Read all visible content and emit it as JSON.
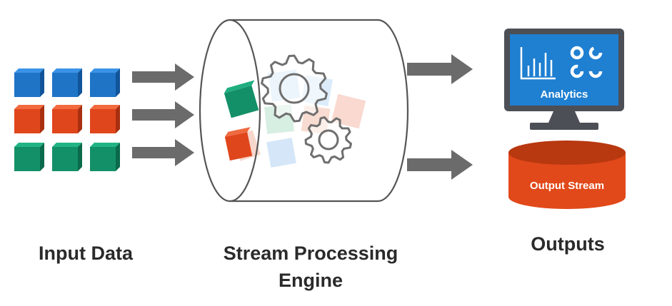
{
  "colors": {
    "blue": "#1f74c6",
    "blue_dark": "#11549a",
    "red": "#e0461c",
    "red_dark": "#a82f0f",
    "green": "#149068",
    "green_dark": "#0a6a4b",
    "arrow": "#6b6b6b",
    "cylinder_stroke": "#555555",
    "gear_stroke": "#6f6f6f",
    "monitor_frame": "#4c4f55",
    "screen": "#1f7fd1",
    "output_stream": "#e1491a",
    "output_stream_top": "#b83810",
    "caption": "#2a2a2a"
  },
  "input_data": {
    "rows": [
      "blue",
      "red",
      "green"
    ],
    "cubes_per_row": 3
  },
  "engine": {
    "icons": [
      "gear-icon",
      "gear-icon"
    ]
  },
  "monitor": {
    "label": "Analytics",
    "icons": [
      "bar-chart-icon",
      "donut-chart-icon"
    ]
  },
  "output_stream": {
    "label": "Output Stream"
  },
  "captions": {
    "input": "Input Data",
    "engine_line1": "Stream Processing",
    "engine_line2": "Engine",
    "outputs": "Outputs"
  }
}
